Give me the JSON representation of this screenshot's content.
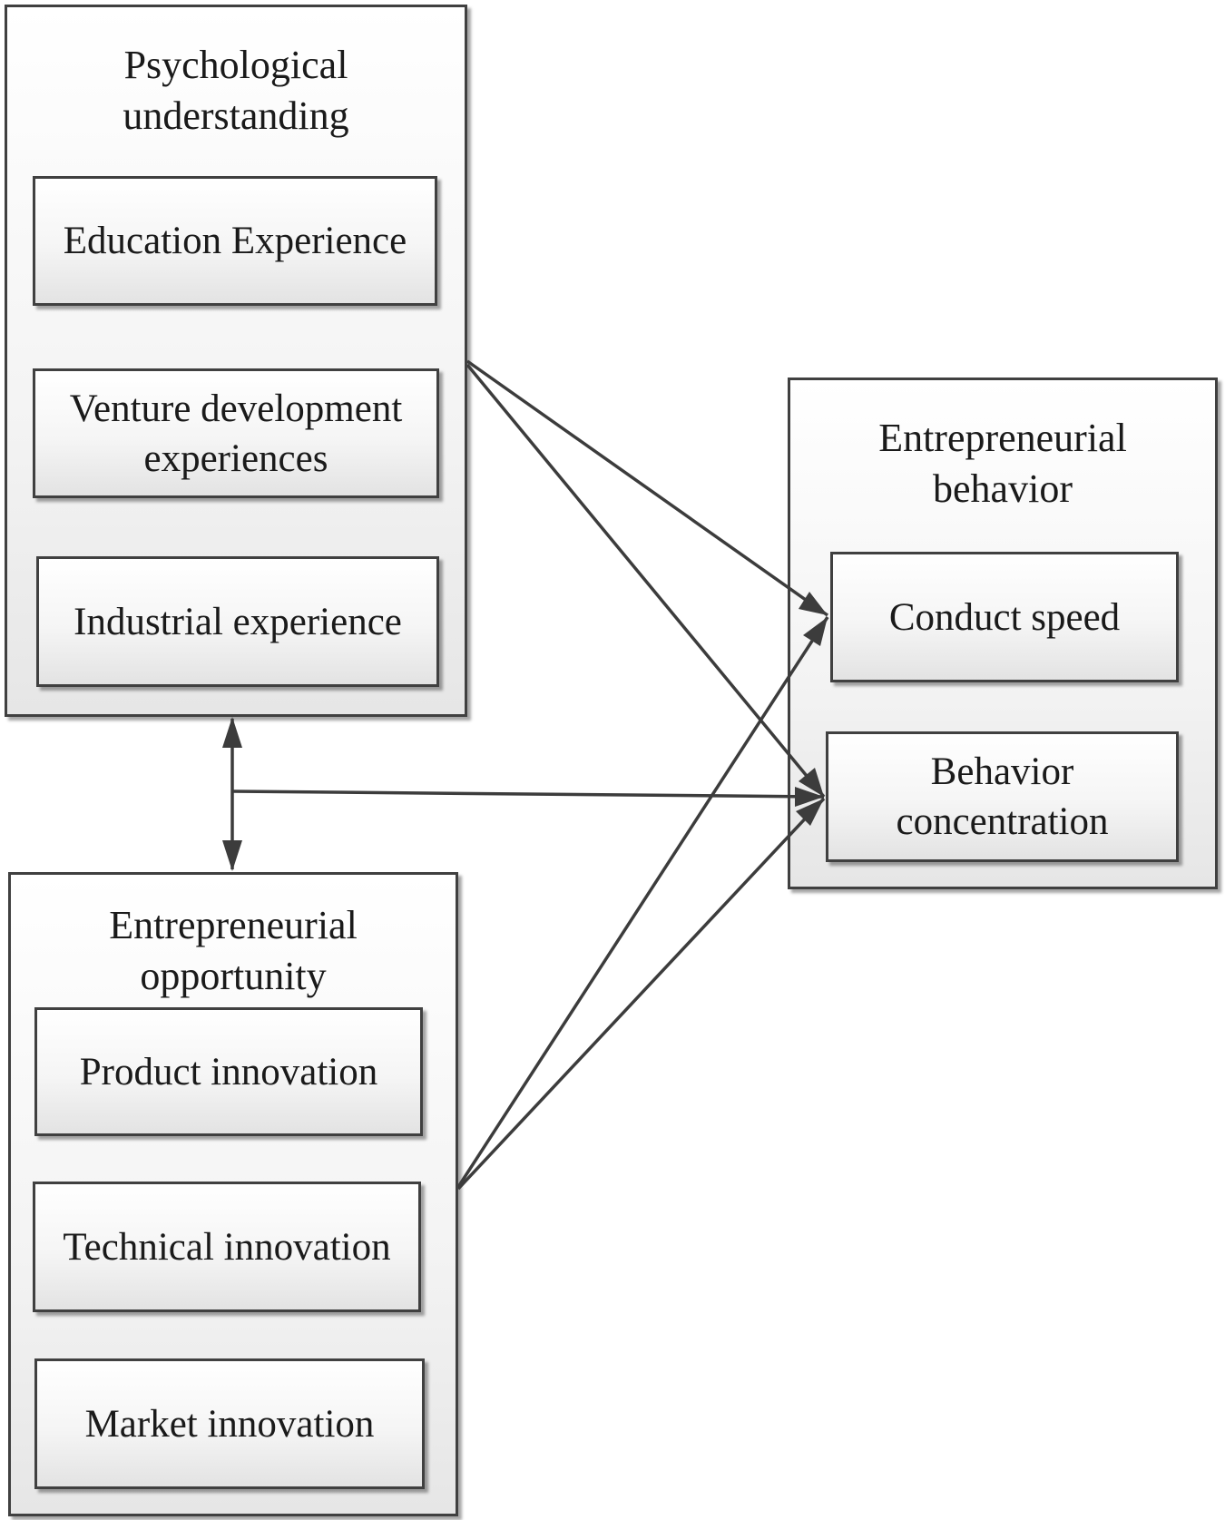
{
  "diagram": {
    "groups": {
      "psychological": {
        "title_line1": "Psychological",
        "title_line2": "understanding",
        "items": {
          "education": "Education Experience",
          "venture_line1": "Venture development",
          "venture_line2": "experiences",
          "industrial": "Industrial experience"
        }
      },
      "opportunity": {
        "title_line1": "Entrepreneurial",
        "title_line2": "opportunity",
        "items": {
          "product": "Product innovation",
          "technical": "Technical innovation",
          "market": "Market innovation"
        }
      },
      "behavior": {
        "title_line1": "Entrepreneurial",
        "title_line2": "behavior",
        "items": {
          "speed": "Conduct speed",
          "concentration_line1": "Behavior",
          "concentration_line2": "concentration"
        }
      }
    }
  }
}
